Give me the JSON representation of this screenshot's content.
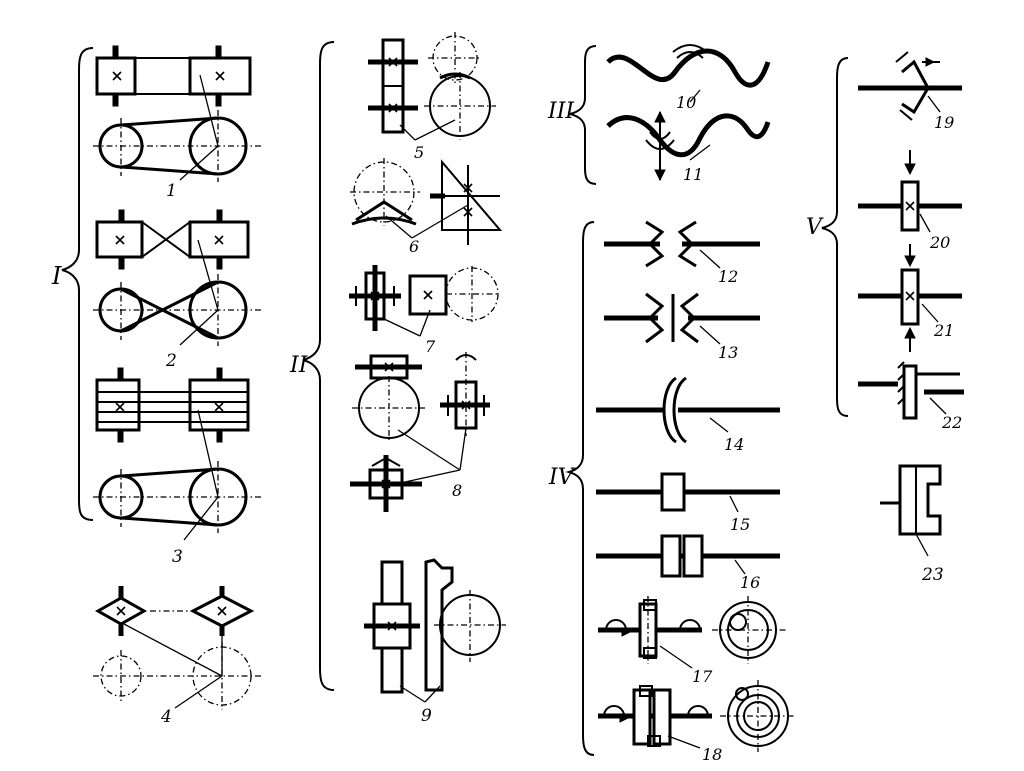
{
  "groups": {
    "g1": "I",
    "g2": "II",
    "g3": "III",
    "g4": "IV",
    "g5": "V"
  },
  "items": {
    "n1": "1",
    "n2": "2",
    "n3": "3",
    "n4": "4",
    "n5": "5",
    "n6": "6",
    "n7": "7",
    "n8": "8",
    "n9": "9",
    "n10": "10",
    "n11": "11",
    "n12": "12",
    "n13": "13",
    "n14": "14",
    "n15": "15",
    "n16": "16",
    "n17": "17",
    "n18": "18",
    "n19": "19",
    "n20": "20",
    "n21": "21",
    "n22": "22",
    "n23": "23"
  }
}
